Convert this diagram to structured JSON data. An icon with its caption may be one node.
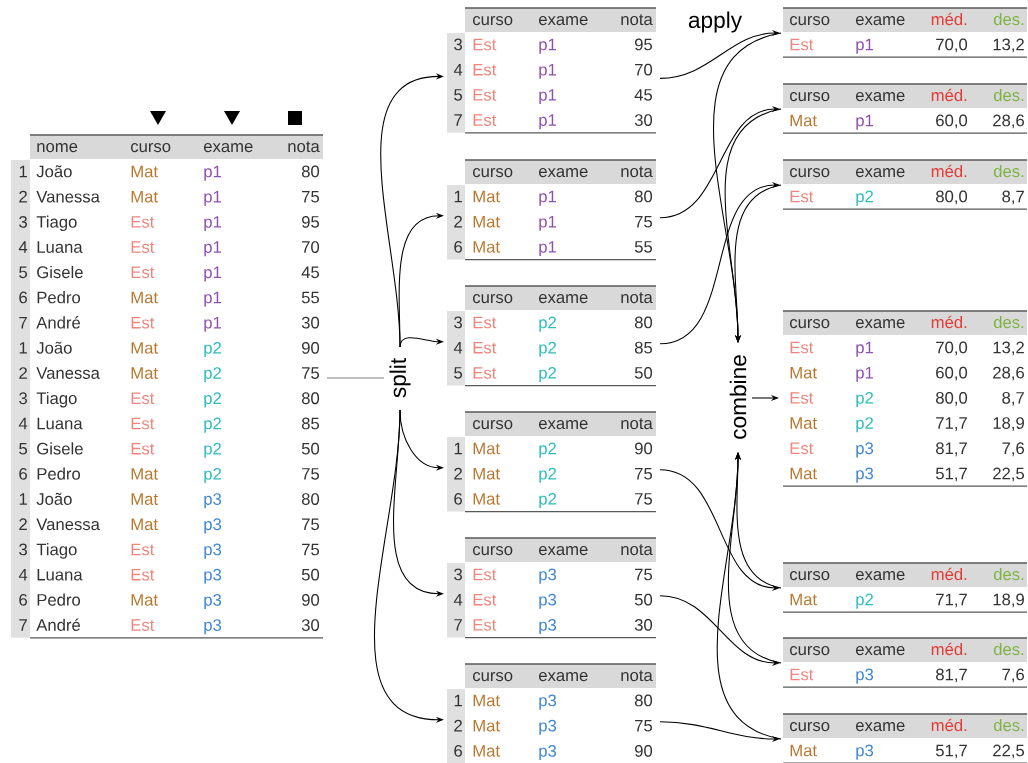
{
  "diagram": {
    "nodes": [
      {
        "text": [
          "nome",
          "curso",
          "exame",
          "nota",
          "1",
          "João",
          "Mat",
          "p1",
          "80",
          "2",
          "Vanessa",
          "Mat",
          "p1",
          "75",
          "3",
          "Tiago",
          "Est",
          "p1",
          "95",
          "4",
          "Luana",
          "Est",
          "p1",
          "70",
          "5",
          "Gisele",
          "Est",
          "p1",
          "45",
          "6",
          "Pedro",
          "Mat",
          "p1",
          "55",
          "7",
          "André",
          "Est",
          "p1",
          "30",
          "1",
          "João",
          "Mat",
          "p2",
          "90",
          "2",
          "Vanessa",
          "Mat",
          "p2",
          "75",
          "3",
          "Tiago",
          "Est",
          "p2",
          "80",
          "4",
          "Luana",
          "Est",
          "p2",
          "85",
          "5",
          "Gisele",
          "Est",
          "p2",
          "50",
          "6",
          "Pedro",
          "Mat",
          "p2",
          "75",
          "1",
          "João",
          "Mat",
          "p3",
          "80",
          "2",
          "Vanessa",
          "Mat",
          "p3",
          "75",
          "3",
          "Tiago",
          "Est",
          "p3",
          "75",
          "4",
          "Luana",
          "Est",
          "p3",
          "50",
          "6",
          "Pedro",
          "Mat",
          "p3",
          "90",
          "7",
          "André",
          "Est",
          "p3",
          "30"
        ]
      },
      {
        "text": [
          "split"
        ]
      },
      {
        "text": [
          "curso",
          "exame",
          "nota",
          "3",
          "Est",
          "p1",
          "95",
          "4",
          "Est",
          "p1",
          "70",
          "5",
          "Est",
          "p1",
          "45",
          "7",
          "Est",
          "p1",
          "30"
        ]
      },
      {
        "text": [
          "curso",
          "exame",
          "nota",
          "1",
          "Mat",
          "p1",
          "80",
          "2",
          "Mat",
          "p1",
          "75",
          "6",
          "Mat",
          "p1",
          "55"
        ]
      },
      {
        "text": [
          "curso",
          "exame",
          "nota",
          "3",
          "Est",
          "p2",
          "80",
          "4",
          "Est",
          "p2",
          "85",
          "5",
          "Est",
          "p2",
          "50"
        ]
      },
      {
        "text": [
          "curso",
          "exame",
          "nota",
          "1",
          "Mat",
          "p2",
          "90",
          "2",
          "Mat",
          "p2",
          "75",
          "6",
          "Mat",
          "p2",
          "75"
        ]
      },
      {
        "text": [
          "curso",
          "exame",
          "nota",
          "3",
          "Est",
          "p3",
          "75",
          "4",
          "Est",
          "p3",
          "50",
          "7",
          "Est",
          "p3",
          "30"
        ]
      },
      {
        "text": [
          "curso",
          "exame",
          "nota",
          "1",
          "Mat",
          "p3",
          "80",
          "2",
          "Mat",
          "p3",
          "75",
          "6",
          "Mat",
          "p3",
          "90"
        ]
      },
      {
        "text": [
          "combine"
        ]
      },
      {
        "text": [
          "curso",
          "exame",
          "méd.",
          "des.",
          "Est",
          "p1",
          "70,0",
          "13,2"
        ]
      },
      {
        "text": [
          "curso",
          "exame",
          "méd.",
          "des.",
          "Mat",
          "p1",
          "60,0",
          "28,6"
        ]
      },
      {
        "text": [
          "curso",
          "exame",
          "méd.",
          "des.",
          "Est",
          "p2",
          "80,0",
          "8,7"
        ]
      },
      {
        "text": [
          "curso",
          "exame",
          "méd.",
          "des.",
          "Est",
          "p1",
          "70,0",
          "13,2",
          "Mat",
          "p1",
          "60,0",
          "28,6",
          "Est",
          "p2",
          "80,0",
          "8,7",
          "Mat",
          "p2",
          "71,7",
          "18,9",
          "Est",
          "p3",
          "81,7",
          "7,6",
          "Mat",
          "p3",
          "51,7",
          "22,5"
        ]
      },
      {
        "text": [
          "curso",
          "exame",
          "méd.",
          "des.",
          "Mat",
          "p2",
          "71,7",
          "18,9"
        ]
      },
      {
        "text": [
          "curso",
          "exame",
          "méd.",
          "des.",
          "Est",
          "p3",
          "81,7",
          "7,6"
        ]
      },
      {
        "text": [
          "curso",
          "exame",
          "méd.",
          "des.",
          "Mat",
          "p3",
          "51,7",
          "22,5"
        ]
      }
    ],
    "edges": [
      {
        "from": 0,
        "to": 1,
        "arrow": "none",
        "color": "#808080"
      },
      {
        "from": 1,
        "to": 2,
        "arrow": "to"
      },
      {
        "from": 1,
        "to": 3,
        "arrow": "to"
      },
      {
        "from": 1,
        "to": 4,
        "arrow": "to"
      },
      {
        "from": 1,
        "to": 5,
        "arrow": "to"
      },
      {
        "from": 1,
        "to": 6,
        "arrow": "to"
      },
      {
        "from": 1,
        "to": 7,
        "arrow": "to"
      },
      {
        "from": 2,
        "to": 9,
        "arrow": "to"
      },
      {
        "from": 3,
        "to": 10,
        "arrow": "to"
      },
      {
        "from": 4,
        "to": 11,
        "arrow": "to"
      },
      {
        "from": 5,
        "to": 13,
        "arrow": "to"
      },
      {
        "from": 6,
        "to": 14,
        "arrow": "to"
      },
      {
        "from": 7,
        "to": 15,
        "arrow": "to"
      },
      {
        "from": 9,
        "to": 8,
        "arrow": "to"
      },
      {
        "from": 10,
        "to": 8,
        "arrow": "to"
      },
      {
        "from": 11,
        "to": 8,
        "arrow": "to"
      },
      {
        "from": 13,
        "to": 8,
        "arrow": "to"
      },
      {
        "from": 14,
        "to": 8,
        "arrow": "to"
      },
      {
        "from": 15,
        "to": 8,
        "arrow": "to"
      },
      {
        "from": 8,
        "to": 12,
        "arrow": "to"
      }
    ],
    "labels": [
      "apply"
    ]
  }
}
